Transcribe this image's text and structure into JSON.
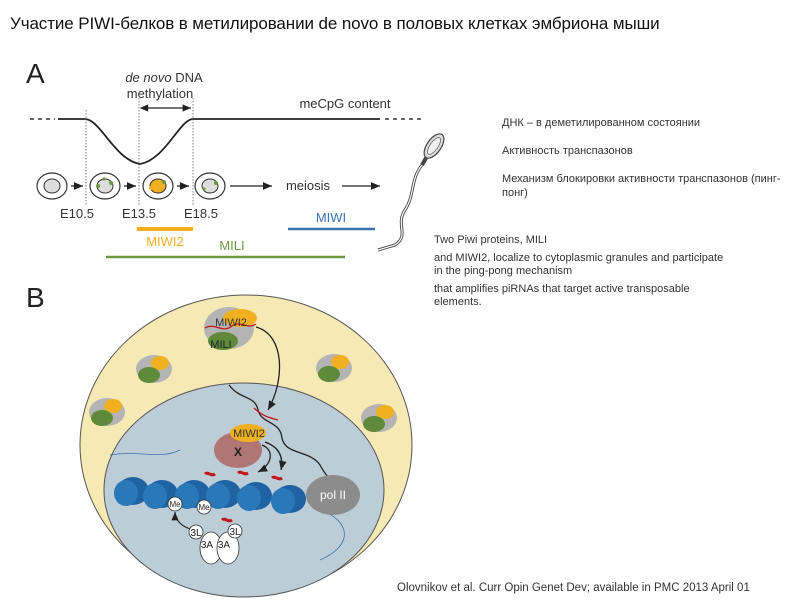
{
  "title": "Участие PIWI-белков в метилировании de novo в половых клетках эмбриона мыши",
  "panel_a": {
    "label": "A",
    "methylation_label_italic": "de novo",
    "methylation_label_rest": " DNA",
    "methylation_label_line2": "methylation",
    "curve_label": "meCpG content",
    "stages": [
      "E10.5",
      "E13.5",
      "E18.5"
    ],
    "meiosis_label": "meiosis",
    "proteins": [
      {
        "name": "MIWI2",
        "color": "#f0b020"
      },
      {
        "name": "MILI",
        "color": "#6b9a45"
      },
      {
        "name": "MIWI",
        "color": "#3a73b0"
      }
    ]
  },
  "panel_b": {
    "label": "B",
    "granule_labels": {
      "miwi2": "MIWI2",
      "mili": "MILI"
    },
    "nuclear_miwi2": "MIWI2",
    "factor_x": "X",
    "pol2": "pol II",
    "me_labels": [
      "Me",
      "Me"
    ],
    "dnmt_labels": [
      "3L",
      "3A",
      "3A",
      "3L"
    ]
  },
  "notes": [
    "ДНК – в деметилированном состоянии",
    "Активность транспазонов",
    "Механизм блокировки активности транспазонов (пинг-понг)"
  ],
  "piwi_text": [
    "Two Piwi proteins, MILI",
    "and MIWI2, localize to cytoplasmic granules and participate in the ping-pong mechanism",
    "that amplifies piRNAs that target active transposable elements."
  ],
  "citation": "Olovnikov et al. Curr Opin Genet Dev; available in PMC 2013 April 01",
  "colors": {
    "cytoplasm": "#f7e9b4",
    "nucleus": "#bccdd8",
    "granule": "#b4b4b4",
    "miwi2": "#f0b020",
    "mili": "#5f8a3a",
    "factor_x": "#b07575",
    "pol2": "#8c8c8c",
    "nucleosome": "#1f63a3",
    "pirna": "#c01818"
  }
}
